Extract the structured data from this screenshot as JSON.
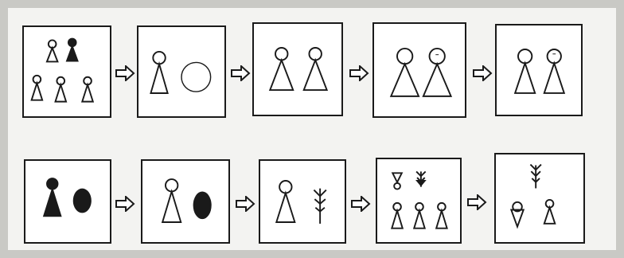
{
  "sequences": [
    {
      "frames": [
        {
          "figures": [
            "pawn-outline",
            "pawn-filled",
            "pawn-outline",
            "pawn-outline",
            "pawn-outline"
          ]
        },
        {
          "figures": [
            "pawn-outline",
            "circle-outline"
          ]
        },
        {
          "figures": [
            "pawn-outline",
            "pawn-outline"
          ]
        },
        {
          "figures": [
            "pawn-outline",
            "pawn-outline"
          ]
        },
        {
          "figures": [
            "pawn-outline",
            "pawn-outline"
          ]
        }
      ]
    },
    {
      "frames": [
        {
          "figures": [
            "pawn-filled",
            "oval-filled"
          ]
        },
        {
          "figures": [
            "pawn-outline",
            "oval-filled"
          ]
        },
        {
          "figures": [
            "pawn-outline",
            "plant-sprout"
          ]
        },
        {
          "figures": [
            "inverted-pawn-small",
            "sprout-small",
            "pawn-outline",
            "pawn-outline",
            "pawn-outline"
          ]
        },
        {
          "figures": [
            "plant-sprout",
            "inverted-pawn",
            "pawn-outline"
          ]
        }
      ]
    }
  ],
  "colors": {
    "ink": "#1a1a1a",
    "paper": "#ffffff",
    "background": "#c9c9c5"
  },
  "icon_names": [
    "pawn-outline-icon",
    "pawn-filled-icon",
    "circle-outline-icon",
    "oval-filled-icon",
    "plant-sprout-icon",
    "inverted-pawn-icon",
    "arrow-right-icon"
  ]
}
